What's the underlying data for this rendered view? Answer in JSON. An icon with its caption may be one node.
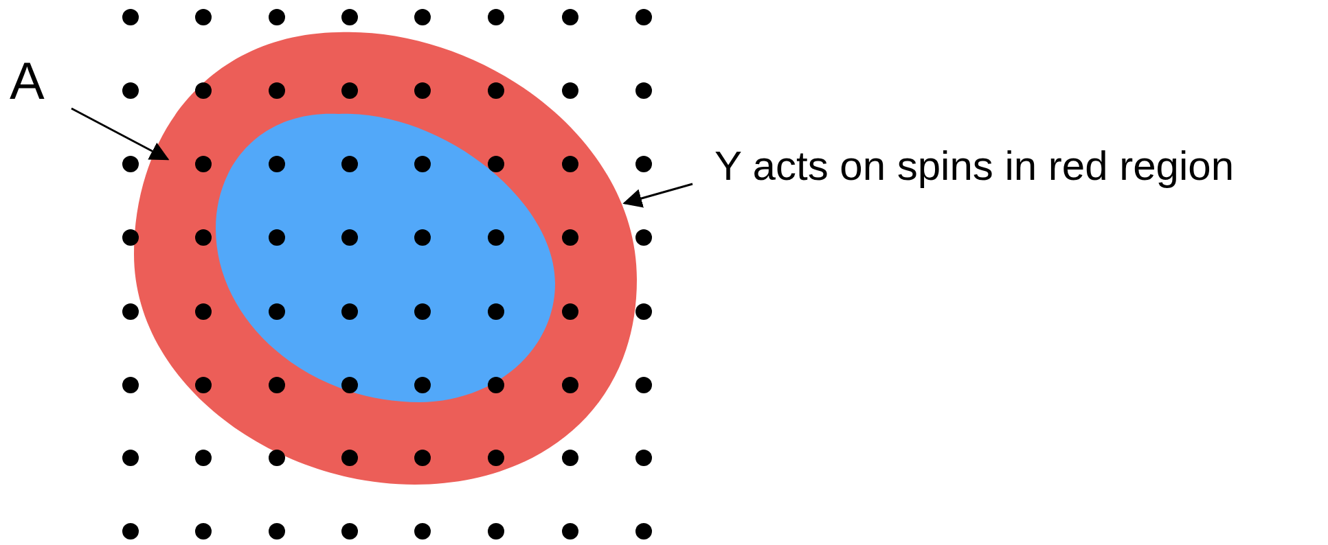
{
  "diagram": {
    "nodes": [
      {
        "text": [
          "A"
        ]
      },
      {
        "text": [],
        "shape": "blob"
      },
      {
        "text": [
          "Y acts on spins in red region"
        ]
      }
    ],
    "edges": [
      {
        "from": 0,
        "to": 1,
        "arrow": "to"
      },
      {
        "from": 2,
        "to": 1,
        "arrow": "to"
      }
    ]
  }
}
